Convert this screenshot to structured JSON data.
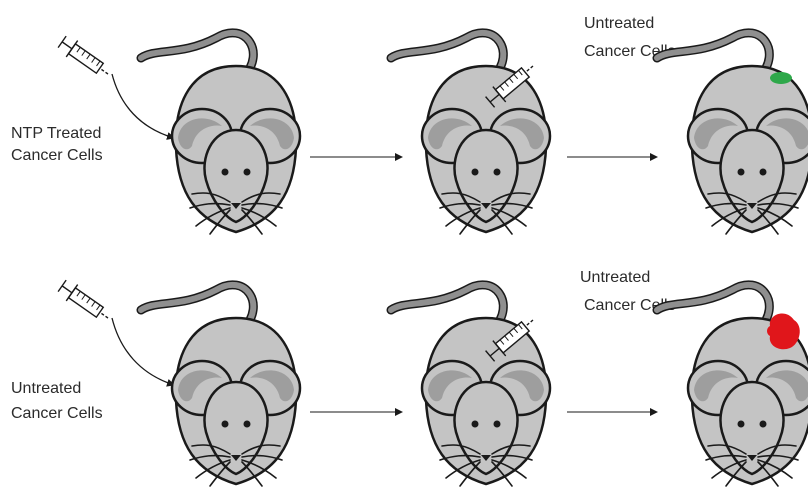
{
  "rows": [
    {
      "start_label_line1": "NTP Treated",
      "start_label_line2": "Cancer Cells",
      "second_label_line1": "Untreated",
      "second_label_line2": "Cancer Cells",
      "tumor_color": "#2ea84a"
    },
    {
      "start_label_line1": "Untreated",
      "start_label_line2": "Cancer Cells",
      "second_label_line1": "Untreated",
      "second_label_line2": "Cancer Cells",
      "tumor_color": "#e0161b"
    }
  ],
  "colors": {
    "body": "#c4c4c4",
    "ear": "#9e9e9e",
    "outline": "#1a1a1a",
    "tail": "#8f8f8f"
  },
  "icons": [
    "syringe-icon",
    "mouse-icon",
    "arrow-icon",
    "tumor-icon"
  ]
}
